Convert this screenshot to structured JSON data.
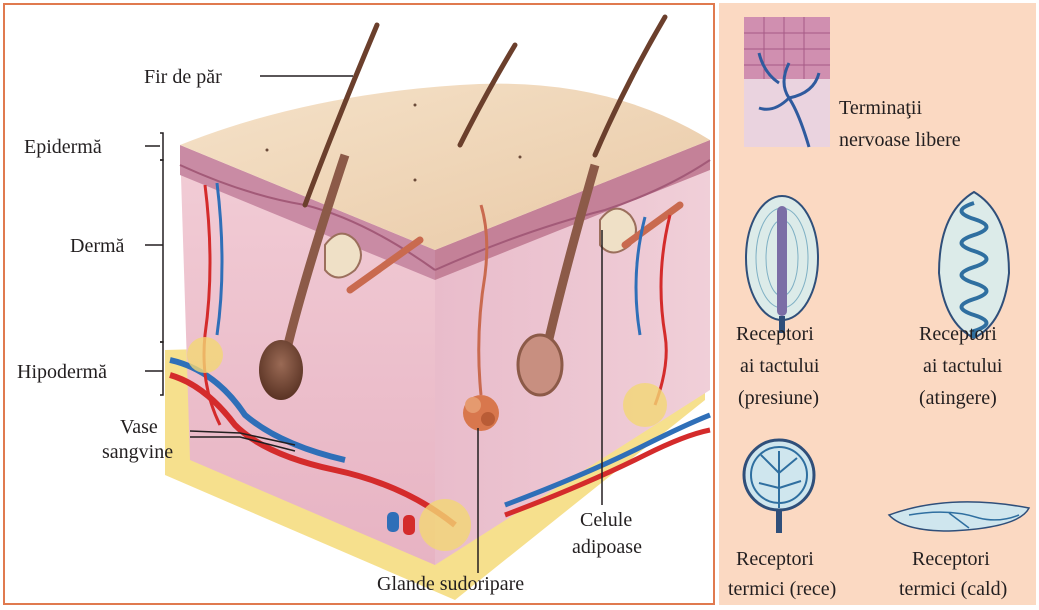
{
  "skin": {
    "hair": "Fir de păr",
    "epidermis": "Epidermă",
    "dermis": "Dermă",
    "hypodermis": "Hipodermă",
    "vessels_line1": "Vase",
    "vessels_line2": "sangvine",
    "sweat_glands": "Glande sudoripare",
    "fat_line1": "Celule",
    "fat_line2": "adipoase"
  },
  "receptors": {
    "free_nerve_line1": "Terminaţii",
    "free_nerve_line2": "nervoase libere",
    "pressure_line1": "Receptori",
    "pressure_line2": "ai tactului",
    "pressure_line3": "(presiune)",
    "touch_line1": "Receptori",
    "touch_line2": "ai tactului",
    "touch_line3": "(atingere)",
    "cold_line1": "Receptori",
    "cold_line2": "termici (rece)",
    "warm_line1": "Receptori",
    "warm_line2": "termici (cald)"
  },
  "colors": {
    "border": "#e07a4f",
    "panel": "#fbd9c2",
    "skin_top": "#f3dcc1",
    "epidermis": "#c98ba4",
    "dermis": "#efc3cf",
    "fat": "#f6e08d",
    "artery": "#d42b2b",
    "vein": "#2f6fb8"
  }
}
